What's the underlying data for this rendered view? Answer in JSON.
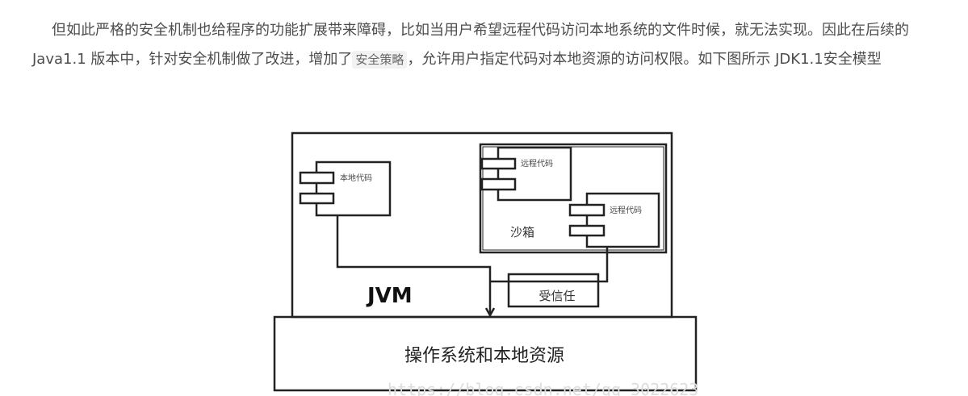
{
  "paragraph": {
    "before_code": "但如此严格的安全机制也给程序的功能扩展带来障碍，比如当用户希望远程代码访问本地系统的文件时候，就无法实现。因此在后续的 Java1.1 版本中，针对安全机制做了改进，增加了",
    "code": "安全策略",
    "after_code": "，允许用户指定代码对本地资源的访问权限。如下图所示 JDK1.1安全模型"
  },
  "diagram": {
    "local_code": "本地代码",
    "remote_code_1": "远程代码",
    "remote_code_2": "远程代码",
    "sandbox": "沙箱",
    "trusted": "受信任",
    "jvm": "JVM",
    "os": "操作系统和本地资源",
    "watermark": "https://blog.csdn.net/qq_3022623"
  }
}
